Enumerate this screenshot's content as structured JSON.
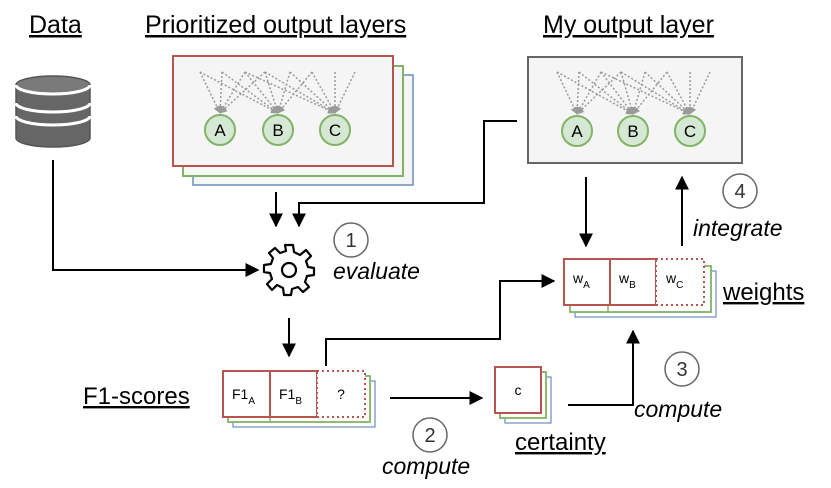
{
  "headers": {
    "data": "Data",
    "prioritized": "Prioritized output layers",
    "my_output": "My output layer"
  },
  "nodes": [
    "A",
    "B",
    "C"
  ],
  "steps": [
    {
      "number": "1",
      "label": "evaluate"
    },
    {
      "number": "2",
      "label": "compute"
    },
    {
      "number": "3",
      "label": "compute"
    },
    {
      "number": "4",
      "label": "integrate"
    }
  ],
  "f1_scores": {
    "label": "F1-scores",
    "cells": [
      {
        "main": "F1",
        "sub": "A"
      },
      {
        "main": "F1",
        "sub": "B"
      },
      {
        "main": "?",
        "sub": ""
      }
    ]
  },
  "certainty": {
    "label": "certainty",
    "cell": "c"
  },
  "weights": {
    "label": "weights",
    "cells": [
      {
        "main": "w",
        "sub": "A"
      },
      {
        "main": "w",
        "sub": "B"
      },
      {
        "main": "w",
        "sub": "C"
      }
    ]
  },
  "colors": {
    "red": "#b85450",
    "green": "#82b366",
    "blue": "#6c8ebf",
    "node_fill": "#d5e8d4",
    "panel_fill": "#f5f5f5",
    "my_panel_border": "#666666"
  }
}
